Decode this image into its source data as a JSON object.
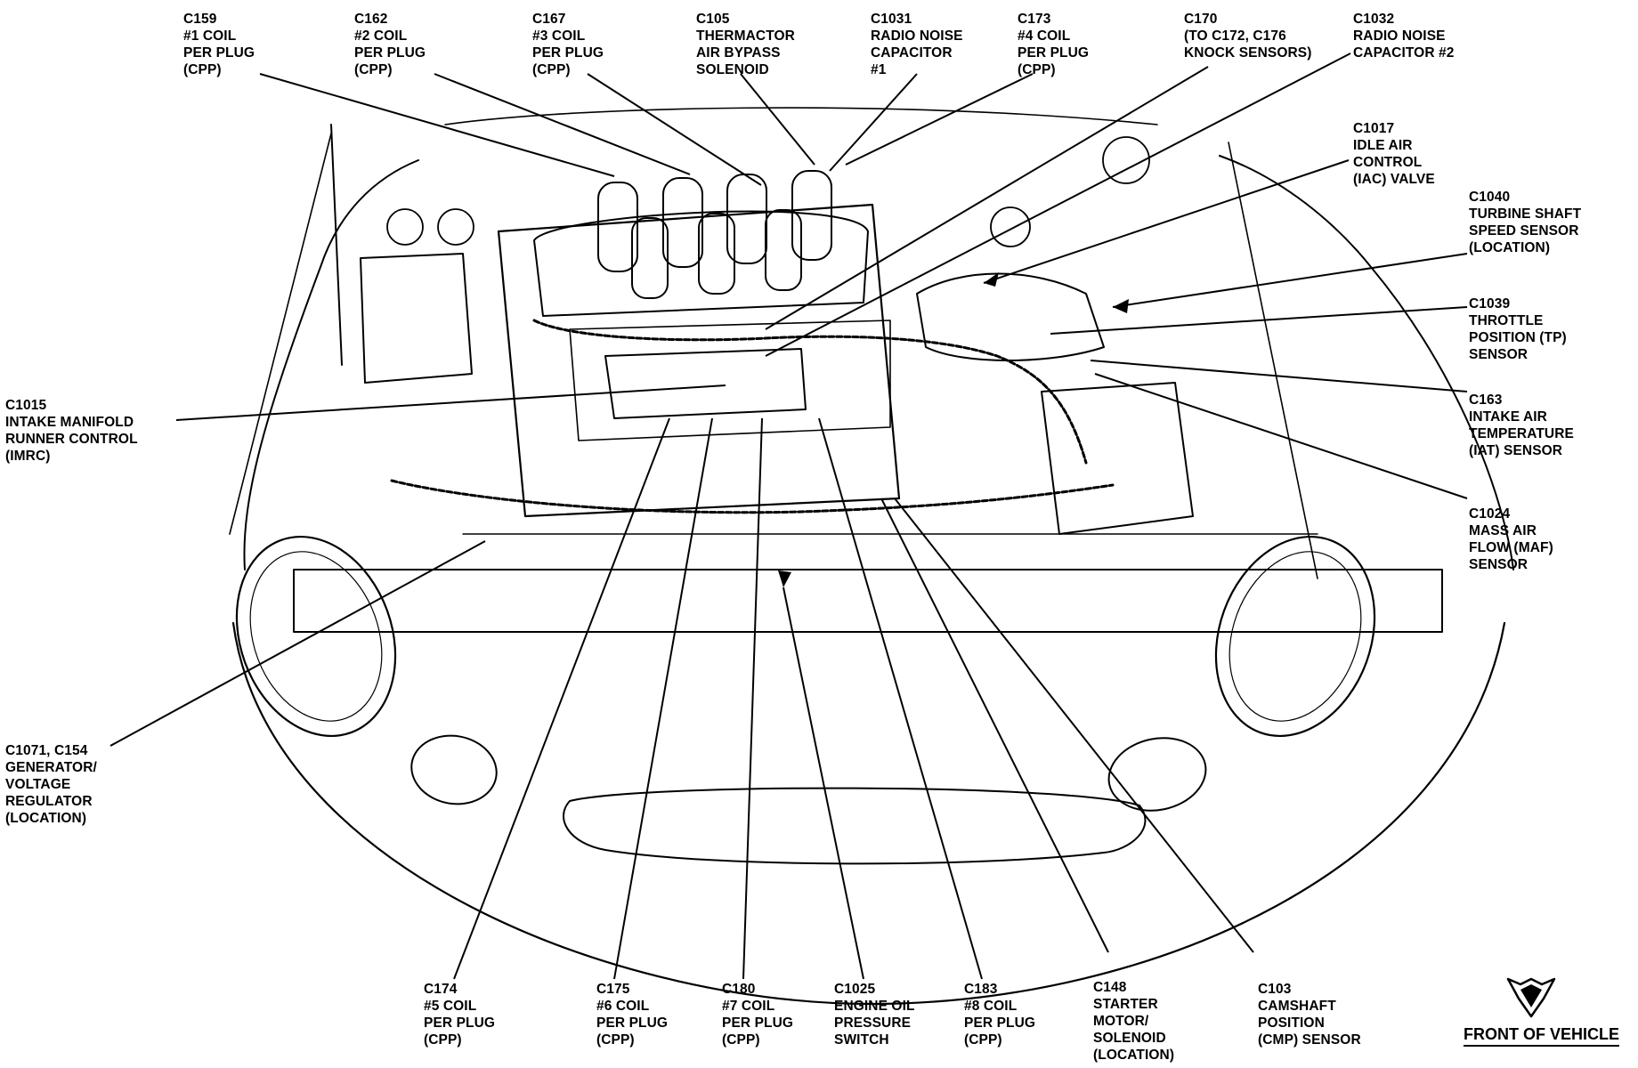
{
  "callouts": [
    {
      "id": "c159",
      "lines": [
        "C159",
        "#1 COIL",
        "PER PLUG",
        "(CPP)"
      ]
    },
    {
      "id": "c162",
      "lines": [
        "C162",
        "#2 COIL",
        "PER PLUG",
        "(CPP)"
      ]
    },
    {
      "id": "c167",
      "lines": [
        "C167",
        "#3 COIL",
        "PER PLUG",
        "(CPP)"
      ]
    },
    {
      "id": "c105",
      "lines": [
        "C105",
        "THERMACTOR",
        "AIR BYPASS",
        "SOLENOID"
      ]
    },
    {
      "id": "c1031",
      "lines": [
        "C1031",
        "RADIO NOISE",
        "CAPACITOR",
        "#1"
      ]
    },
    {
      "id": "c173",
      "lines": [
        "C173",
        "#4 COIL",
        "PER PLUG",
        "(CPP)"
      ]
    },
    {
      "id": "c170",
      "lines": [
        "C170",
        "(TO C172, C176",
        "KNOCK SENSORS)"
      ]
    },
    {
      "id": "c1032",
      "lines": [
        "C1032",
        "RADIO NOISE",
        "CAPACITOR #2"
      ]
    },
    {
      "id": "c1017",
      "lines": [
        "C1017",
        "IDLE AIR",
        "CONTROL",
        "(IAC) VALVE"
      ]
    },
    {
      "id": "c1040",
      "lines": [
        "C1040",
        "TURBINE SHAFT",
        "SPEED SENSOR",
        "(LOCATION)"
      ]
    },
    {
      "id": "c1039",
      "lines": [
        "C1039",
        "THROTTLE",
        "POSITION (TP)",
        "SENSOR"
      ]
    },
    {
      "id": "c163",
      "lines": [
        "C163",
        "INTAKE AIR",
        "TEMPERATURE",
        "(IAT) SENSOR"
      ]
    },
    {
      "id": "c1024",
      "lines": [
        "C1024",
        "MASS AIR",
        "FLOW (MAF)",
        "SENSOR"
      ]
    },
    {
      "id": "c1015",
      "lines": [
        "C1015",
        "INTAKE MANIFOLD",
        "RUNNER CONTROL",
        "(IMRC)"
      ]
    },
    {
      "id": "c1071",
      "lines": [
        "C1071, C154",
        "GENERATOR/",
        "VOLTAGE",
        "REGULATOR",
        "(LOCATION)"
      ]
    },
    {
      "id": "c174",
      "lines": [
        "C174",
        "#5 COIL",
        "PER PLUG",
        "(CPP)"
      ]
    },
    {
      "id": "c175",
      "lines": [
        "C175",
        "#6 COIL",
        "PER PLUG",
        "(CPP)"
      ]
    },
    {
      "id": "c180",
      "lines": [
        "C180",
        "#7 COIL",
        "PER PLUG",
        "(CPP)"
      ]
    },
    {
      "id": "c1025",
      "lines": [
        "C1025",
        "ENGINE OIL",
        "PRESSURE",
        "SWITCH"
      ]
    },
    {
      "id": "c183",
      "lines": [
        "C183",
        "#8 COIL",
        "PER PLUG",
        "(CPP)"
      ]
    },
    {
      "id": "c148",
      "lines": [
        "C148",
        "STARTER",
        "MOTOR/",
        "SOLENOID",
        "(LOCATION)"
      ]
    },
    {
      "id": "c103",
      "lines": [
        "C103",
        "CAMSHAFT",
        "POSITION",
        "(CMP) SENSOR"
      ]
    }
  ],
  "front_of_vehicle": "FRONT OF VEHICLE"
}
